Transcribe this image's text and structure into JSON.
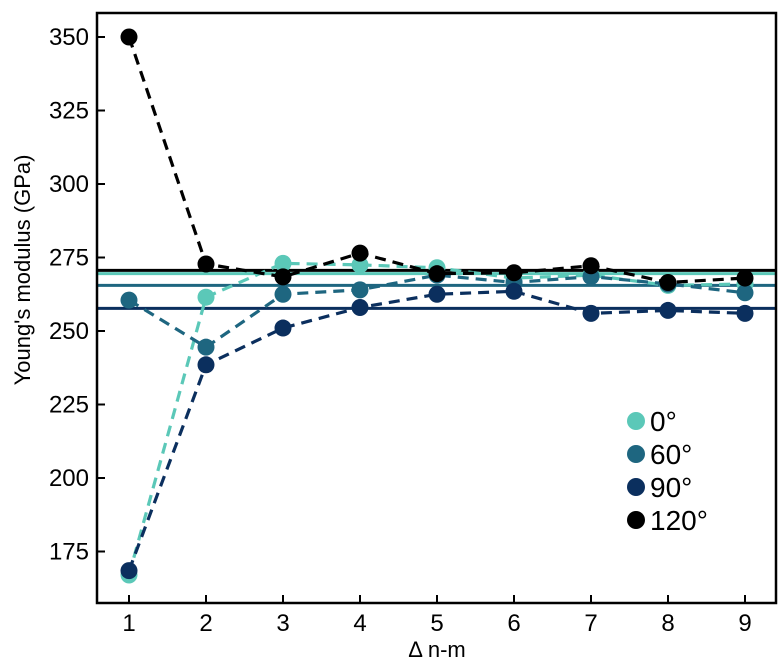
{
  "chart_data": {
    "type": "line",
    "title": "",
    "xlabel": "Δ n-m",
    "ylabel": "Young's modulus (GPa)",
    "x": [
      1,
      2,
      3,
      4,
      5,
      6,
      7,
      8,
      9
    ],
    "xlim": [
      0.58,
      9.41
    ],
    "ylim": [
      155,
      358
    ],
    "xticks": [
      1,
      2,
      3,
      4,
      5,
      6,
      7,
      8,
      9
    ],
    "yticks": [
      175,
      200,
      225,
      250,
      275,
      300,
      325,
      350
    ],
    "grid": false,
    "legend_position": "lower right",
    "series": [
      {
        "name": "0°",
        "color": "#5bc8b8",
        "line_style": "dashed",
        "marker": "circle",
        "values": [
          167,
          261.5,
          273,
          272.5,
          271.5,
          268,
          269,
          265.5,
          266
        ],
        "reference_line": 269.5
      },
      {
        "name": "60°",
        "color": "#1e6680",
        "line_style": "dashed",
        "marker": "circle",
        "values": [
          260.5,
          244.5,
          262.5,
          264,
          269,
          266.5,
          268.5,
          266,
          263
        ],
        "reference_line": 265.5
      },
      {
        "name": "90°",
        "color": "#0b2f5e",
        "line_style": "dashed",
        "marker": "circle",
        "values": [
          168.5,
          238.5,
          251,
          258,
          262.5,
          263.5,
          256,
          257,
          256
        ],
        "reference_line": 257.7
      },
      {
        "name": "120°",
        "color": "#000000",
        "line_style": "dashed",
        "marker": "circle",
        "values": [
          350,
          272.8,
          268.4,
          276.5,
          269.5,
          269.8,
          272.2,
          266.5,
          268
        ],
        "reference_line": 270.6
      }
    ]
  }
}
